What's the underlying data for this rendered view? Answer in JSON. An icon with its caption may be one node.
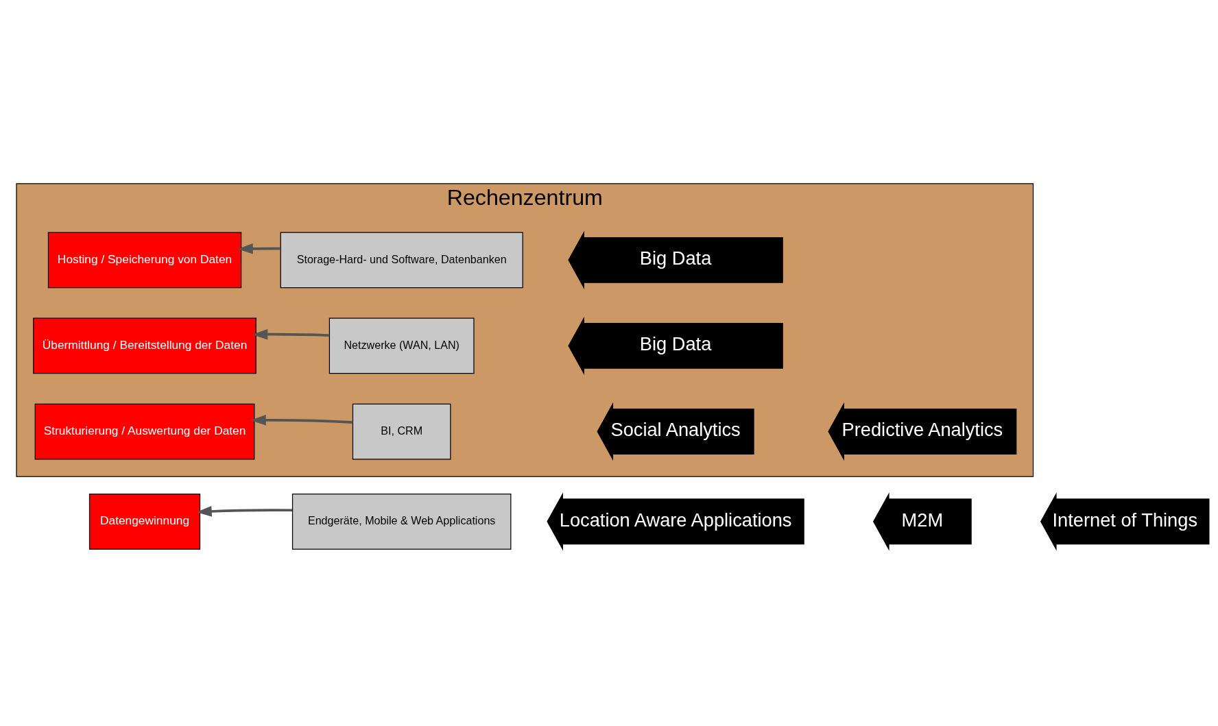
{
  "diagram": {
    "nodes": [
      {
        "text": [
          "Datengewinnung"
        ]
      },
      {
        "text": [
          "Endgeräte, Mobile & Web Applications"
        ]
      },
      {
        "text": [
          "Location Aware Applications"
        ]
      },
      {
        "text": [
          "M2M"
        ]
      },
      {
        "text": [
          "Internet of Things"
        ]
      },
      {
        "text": [
          "Rechenzentrum"
        ]
      },
      {
        "text": [
          "Hosting / Speicherung von Daten"
        ],
        "in": 5
      },
      {
        "text": [
          "Storage-Hard- und Software, Datenbanken"
        ],
        "in": 5
      },
      {
        "text": [
          "Big Data"
        ],
        "in": 5
      },
      {
        "text": [
          "Übermittlung / Bereitstellung der Daten"
        ],
        "in": 5
      },
      {
        "text": [
          "Netzwerke (WAN, LAN)"
        ],
        "in": 5
      },
      {
        "text": [
          "Big Data"
        ],
        "in": 5
      },
      {
        "text": [
          "Strukturierung / Auswertung der Daten"
        ],
        "in": 5
      },
      {
        "text": [
          "BI, CRM"
        ],
        "in": 5
      },
      {
        "text": [
          "Social Analytics"
        ],
        "in": 5
      },
      {
        "text": [
          "Predictive Analytics"
        ],
        "in": 5
      }
    ],
    "edges": [
      {
        "from": 1,
        "to": 0,
        "arrow": "to"
      },
      {
        "from": 7,
        "to": 6,
        "arrow": "to"
      },
      {
        "from": 10,
        "to": 9,
        "arrow": "to"
      },
      {
        "from": 13,
        "to": 12,
        "arrow": "to"
      }
    ]
  }
}
